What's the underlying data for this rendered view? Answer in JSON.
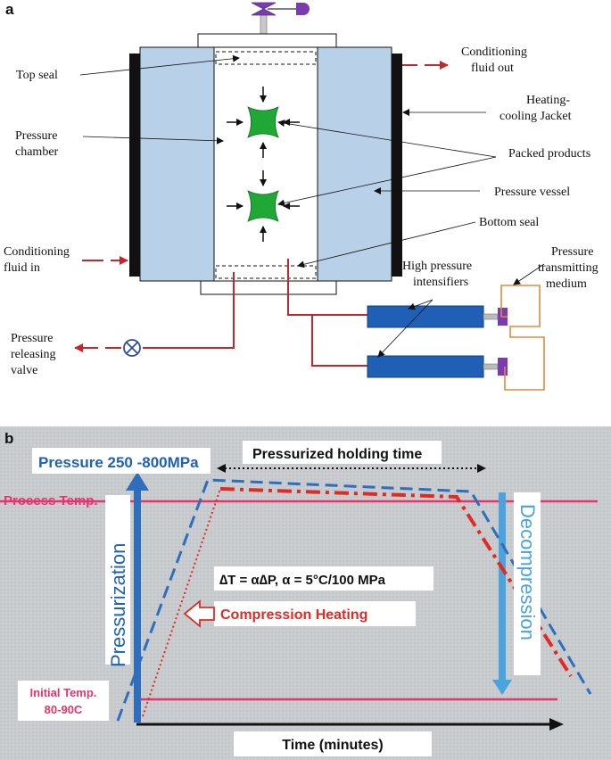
{
  "panel_a": {
    "letter": "a",
    "labels": {
      "top_seal": "Top seal",
      "pressure_chamber": [
        "Pressure",
        "chamber"
      ],
      "conditioning_in": [
        "Conditioning",
        "fluid in"
      ],
      "releasing_valve": [
        "Pressure",
        "releasing",
        "valve"
      ],
      "conditioning_out": [
        "Conditioning",
        "fluid out"
      ],
      "jacket": [
        "Heating-",
        "cooling Jacket"
      ],
      "packed_products": "Packed products",
      "pressure_vessel": "Pressure vessel",
      "bottom_seal": "Bottom seal",
      "intensifiers": [
        "High pressure",
        "intensifiers"
      ],
      "transmitting": [
        "Pressure",
        "transmitting",
        "medium"
      ]
    },
    "colors": {
      "vessel": "#b8d0e8",
      "product": "#1fa836",
      "intensifier": "#1f5fb5",
      "valve_purple": "#7a3cb0",
      "fluid_line": "#c0282d",
      "medium_line": "#e08a3a"
    }
  },
  "panel_b": {
    "letter": "b",
    "pressure_label": "Pressure 250 -800MPa",
    "holding_label": "Pressurized holding time",
    "process_temp": "Process Temp.",
    "initial_temp": [
      "Initial Temp.",
      "80-90C"
    ],
    "pressurization": "Pressurization",
    "decompression": "Decompression",
    "formula": "∆T = α∆P, α = 5°C/100 MPa",
    "compression_heating": "Compression Heating",
    "time_label": "Time (minutes)",
    "colors": {
      "background": "#c9cccf",
      "temp_line": "#e8336d",
      "pressure_blue": "#2f6ebc",
      "decompression_blue": "#4aa3dc",
      "heating_red": "#e02b25",
      "pressure_label_text": "#1e62b0"
    }
  }
}
